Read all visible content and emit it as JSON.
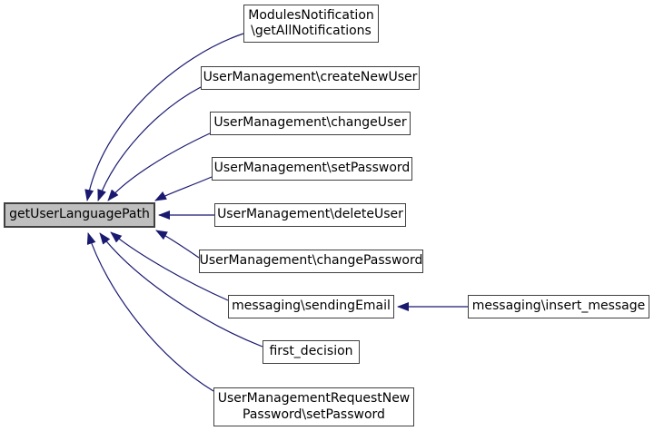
{
  "diagram": {
    "kind": "caller-graph",
    "colors": {
      "edge": "#191970",
      "node_border": "#404040",
      "node_fill": "#ffffff",
      "focus_fill": "#bfbfbf",
      "text": "#000000",
      "background": "#ffffff"
    },
    "focus_node": {
      "label": "getUserLanguagePath"
    },
    "nodes": [
      {
        "id": "getAllNotifications",
        "label": "ModulesNotification\n\\getAllNotifications"
      },
      {
        "id": "createNewUser",
        "label": "UserManagement\\createNewUser"
      },
      {
        "id": "changeUser",
        "label": "UserManagement\\changeUser"
      },
      {
        "id": "setPassword",
        "label": "UserManagement\\setPassword"
      },
      {
        "id": "deleteUser",
        "label": "UserManagement\\deleteUser"
      },
      {
        "id": "changePassword",
        "label": "UserManagement\\changePassword"
      },
      {
        "id": "sendingEmail",
        "label": "messaging\\sendingEmail"
      },
      {
        "id": "insert_message",
        "label": "messaging\\insert_message"
      },
      {
        "id": "first_decision",
        "label": "first_decision"
      },
      {
        "id": "requestNewPassword_setPassword",
        "label": "UserManagementRequestNew\nPassword\\setPassword"
      }
    ],
    "edges": [
      {
        "from": "ModulesNotification\\getAllNotifications",
        "to": "getUserLanguagePath"
      },
      {
        "from": "UserManagement\\createNewUser",
        "to": "getUserLanguagePath"
      },
      {
        "from": "UserManagement\\changeUser",
        "to": "getUserLanguagePath"
      },
      {
        "from": "UserManagement\\setPassword",
        "to": "getUserLanguagePath"
      },
      {
        "from": "UserManagement\\deleteUser",
        "to": "getUserLanguagePath"
      },
      {
        "from": "UserManagement\\changePassword",
        "to": "getUserLanguagePath"
      },
      {
        "from": "messaging\\sendingEmail",
        "to": "getUserLanguagePath"
      },
      {
        "from": "first_decision",
        "to": "getUserLanguagePath"
      },
      {
        "from": "UserManagementRequestNewPassword\\setPassword",
        "to": "getUserLanguagePath"
      },
      {
        "from": "messaging\\insert_message",
        "to": "messaging\\sendingEmail"
      }
    ]
  }
}
